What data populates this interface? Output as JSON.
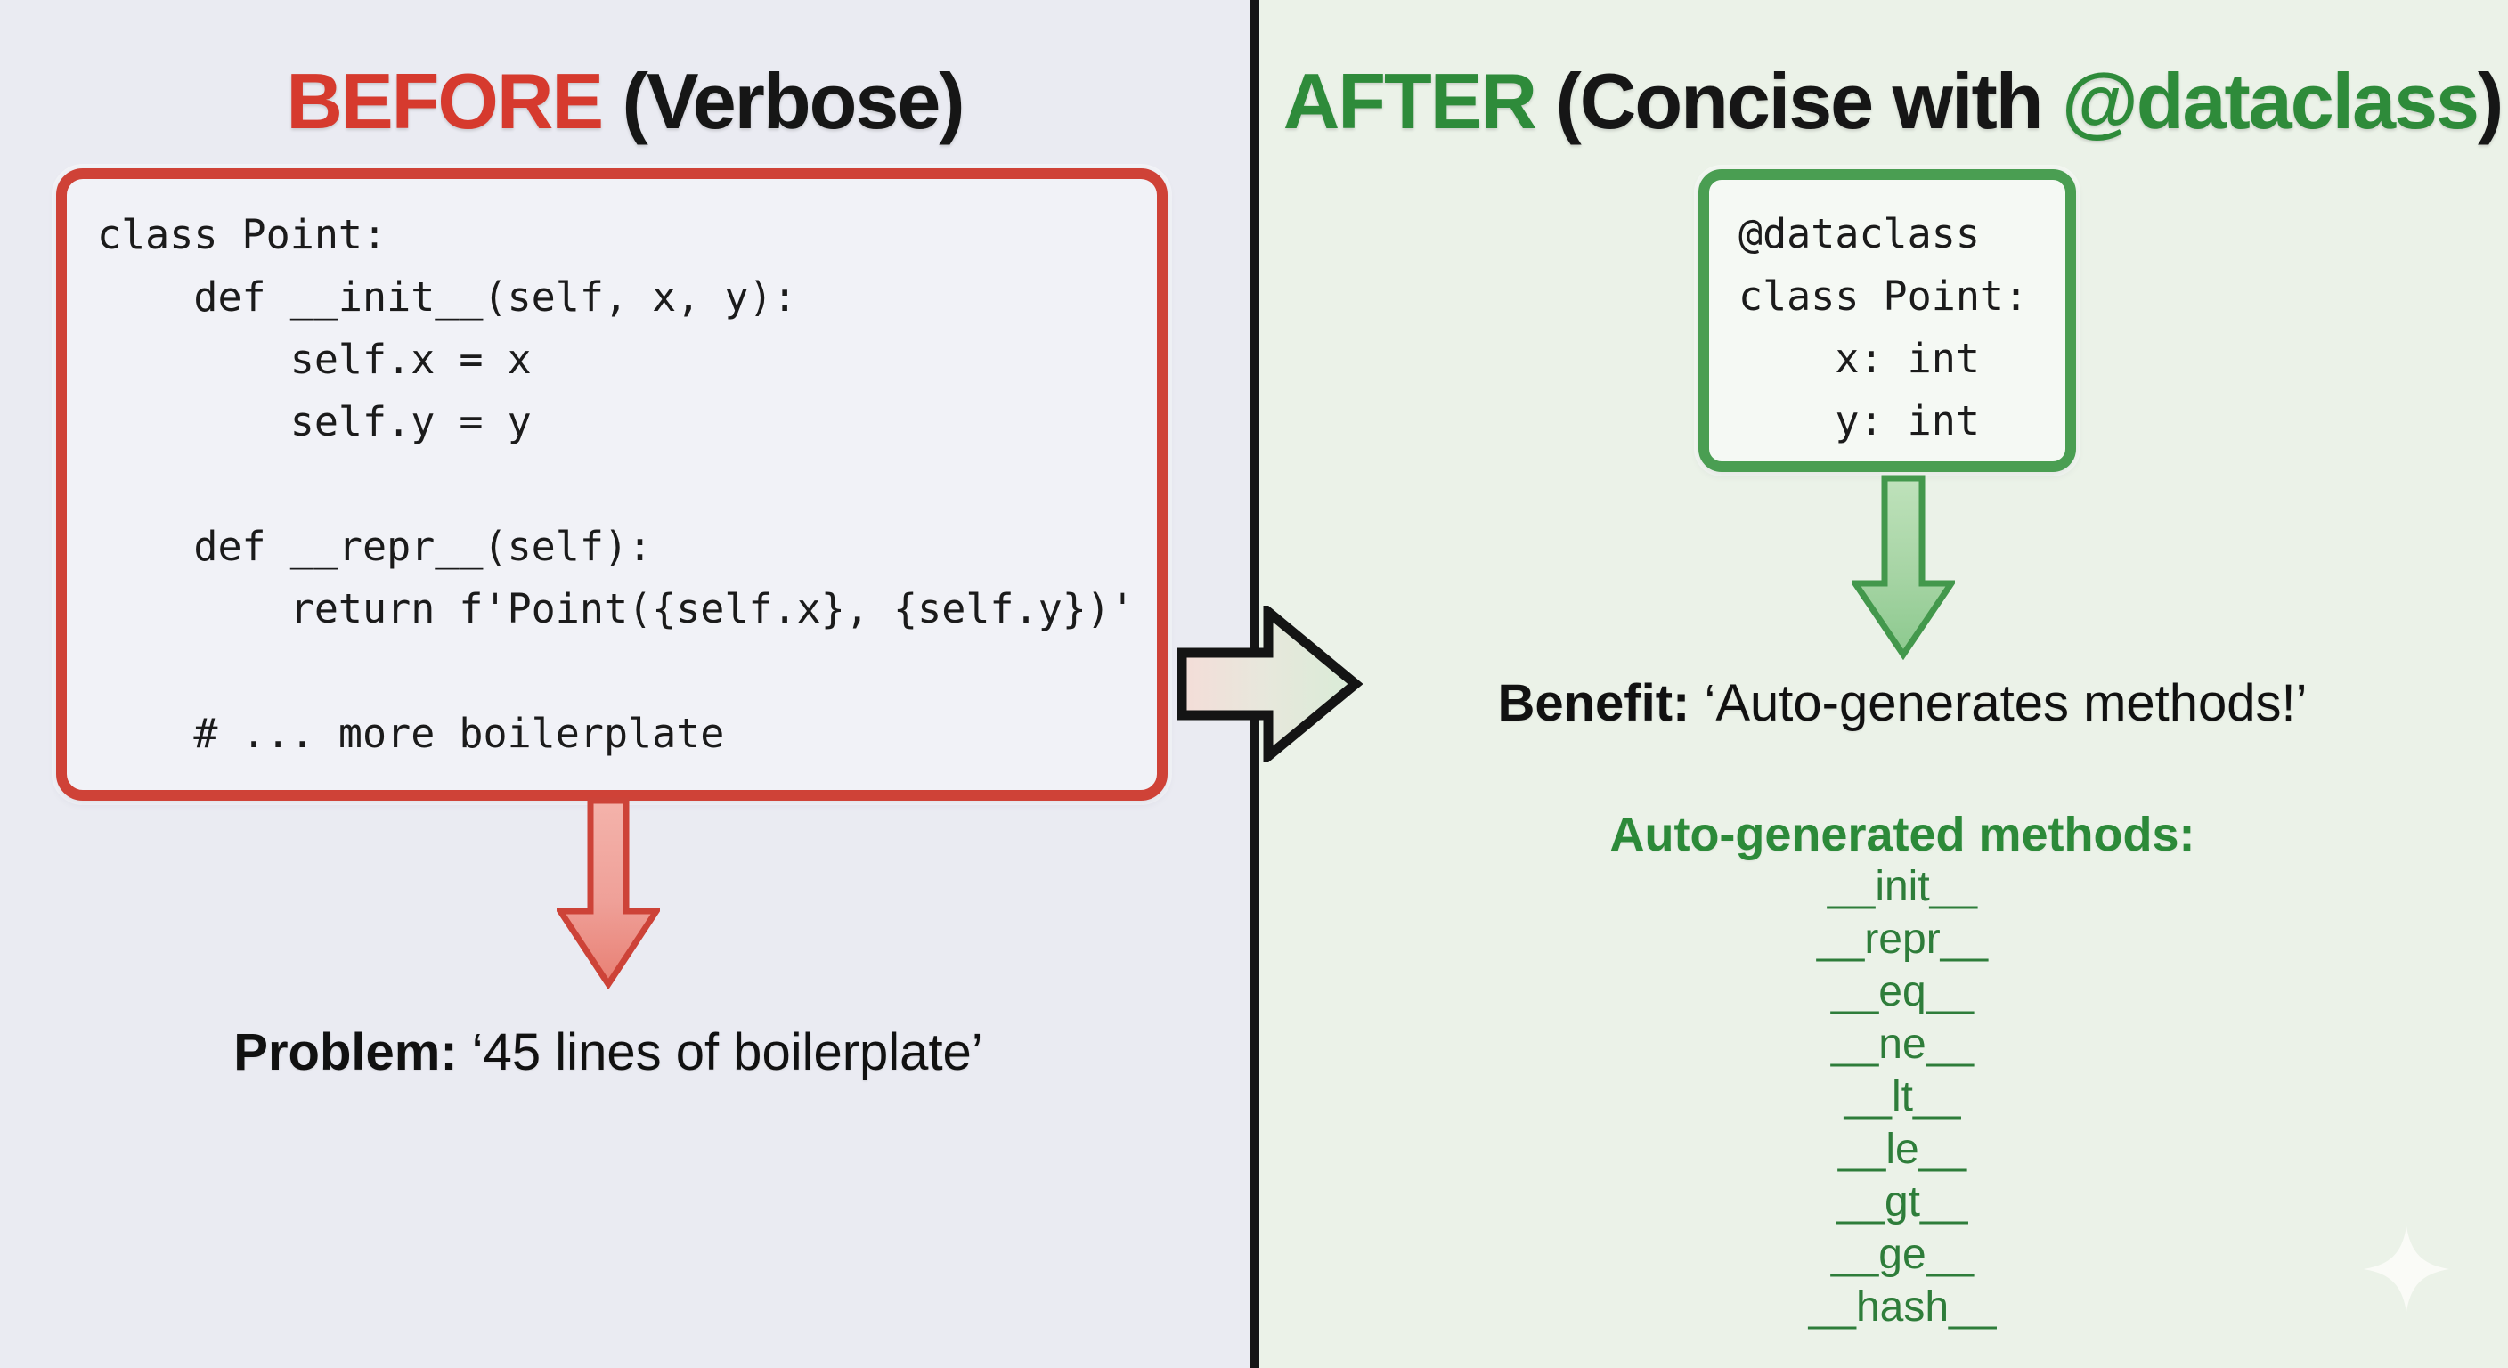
{
  "left": {
    "title_accent": "BEFORE",
    "title_rest": " (Verbose)",
    "code": "class Point:\n    def __init__(self, x, y):\n        self.x = x\n        self.y = y\n\n    def __repr__(self):\n        return f'Point({self.x}, {self.y})'\n\n    # ... more boilerplate",
    "problem_label": "Problem:",
    "problem_text": " ‘45 lines of boilerplate’"
  },
  "right": {
    "title_accent": "AFTER",
    "title_mid": " (Concise with ",
    "title_accent2": "@dataclass",
    "title_end": ")",
    "code": "@dataclass\nclass Point:\n    x: int\n    y: int",
    "benefit_label": "Benefit:",
    "benefit_text": " ‘Auto-generates methods!’",
    "methods_header": "Auto-generated methods:",
    "methods": [
      "__init__",
      "__repr__",
      "__eq__",
      "__ne__",
      "__lt__",
      "__le__",
      "__gt__",
      "__ge__",
      "__hash__"
    ]
  },
  "icons": {
    "red_down_arrow": "red-down-arrow-icon",
    "green_down_arrow": "green-down-arrow-icon",
    "transform_arrow": "right-arrow-icon",
    "sparkle": "sparkle-icon"
  },
  "colors": {
    "accent_red": "#d63a2e",
    "red_border": "#cf4237",
    "accent_green": "#2e8b3a",
    "green_border": "#4a9e52",
    "left_bg": "#eaebf2",
    "right_bg": "#ebf2e8",
    "divider": "#151515",
    "methods_text": "#2e7d3a"
  }
}
